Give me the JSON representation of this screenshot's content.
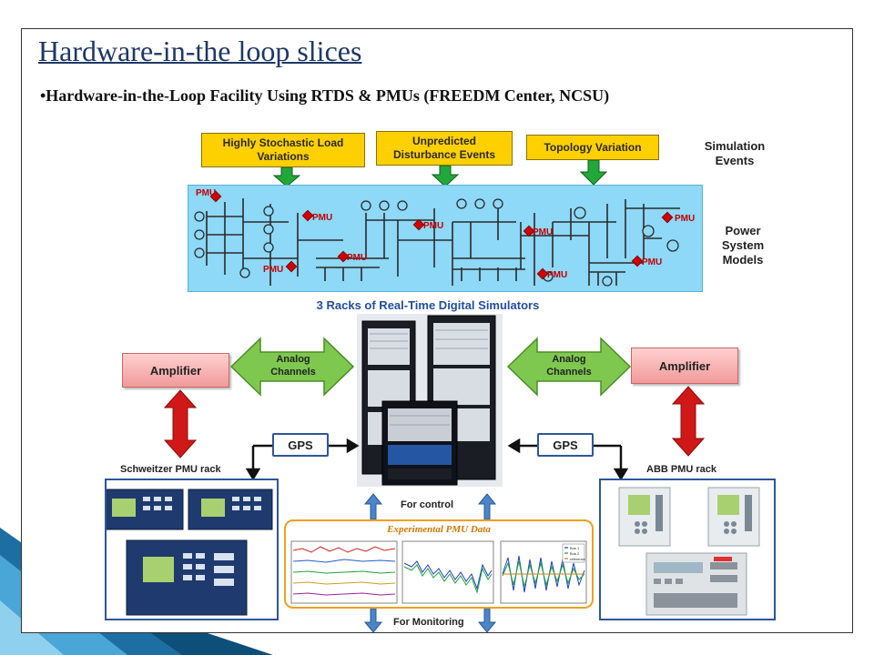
{
  "slide": {
    "title": "Hardware-in-the loop slices",
    "bullet": "•Hardware-in-the-Loop Facility Using RTDS & PMUs (FREEDM Center, NCSU)"
  },
  "diagram": {
    "events": [
      {
        "line1": "Highly Stochastic Load",
        "line2": "Variations"
      },
      {
        "line1": "Unpredicted",
        "line2": "Disturbance Events"
      },
      {
        "line1": "Topology Variation",
        "line2": ""
      }
    ],
    "simulation_events_label": {
      "line1": "Simulation",
      "line2": "Events"
    },
    "power_system_label": {
      "line1": "Power",
      "line2": "System",
      "line3": "Models"
    },
    "pmu_label": "PMU",
    "rtds_title": "3 Racks of Real-Time Digital Simulators",
    "amplifier_label": "Amplifier",
    "analog_channels": {
      "line1": "Analog",
      "line2": "Channels"
    },
    "gps_label": "GPS",
    "schweitzer_label": "Schweitzer PMU rack",
    "abb_label": "ABB PMU rack",
    "for_control": "For control",
    "for_monitoring": "For Monitoring",
    "pmu_data_title": "Experimental PMU Data",
    "plot_legend": [
      "Bus 1",
      "Bus 2",
      "reference"
    ]
  },
  "colors": {
    "title": "#1f3864",
    "event_box": "#ffd000",
    "down_arrow": "#22a83a",
    "power_panel": "#8ed8f8",
    "pmu_marker": "#d00000",
    "rtds_title": "#1f4e9e",
    "amplifier": "#f19a9a",
    "analog_arrow": "#7ec850",
    "red_arrow": "#d01818",
    "gps_border": "#2f5597",
    "blue_arrow": "#4a86c8",
    "pmu_data_border": "#f0a020",
    "accent_triangle": "#1d6fa3"
  }
}
